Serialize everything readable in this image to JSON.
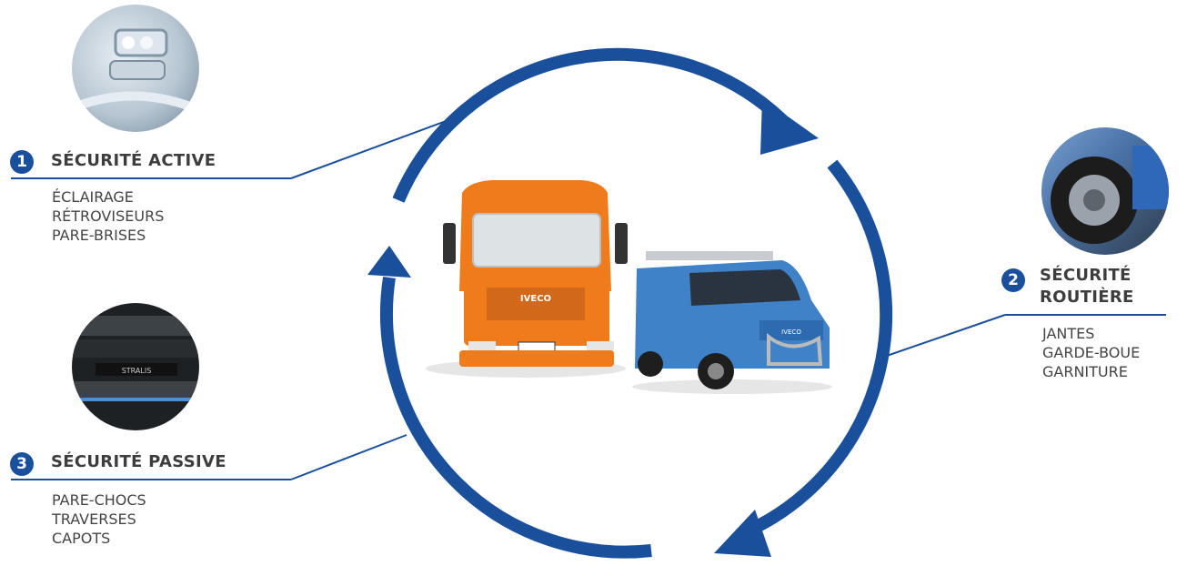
{
  "colors": {
    "accent": "#1a4f9c",
    "line": "#1a4f9c"
  },
  "sections": [
    {
      "number": "1",
      "title": "SÉCURITÉ ACTIVE",
      "items": [
        "ÉCLAIRAGE",
        "RÉTROVISEURS",
        "PARE-BRISES"
      ]
    },
    {
      "number": "2",
      "title_line1": "SÉCURITÉ",
      "title_line2": "ROUTIÈRE",
      "items": [
        "JANTES",
        "GARDE-BOUE",
        "GARNITURE"
      ]
    },
    {
      "number": "3",
      "title": "SÉCURITÉ PASSIVE",
      "items": [
        "PARE-CHOCS",
        "TRAVERSES",
        "CAPOTS"
      ]
    }
  ],
  "vehicles": {
    "truck_badge": "IVECO",
    "van_badge": "IVECO",
    "grille_text": "STRALIS"
  }
}
